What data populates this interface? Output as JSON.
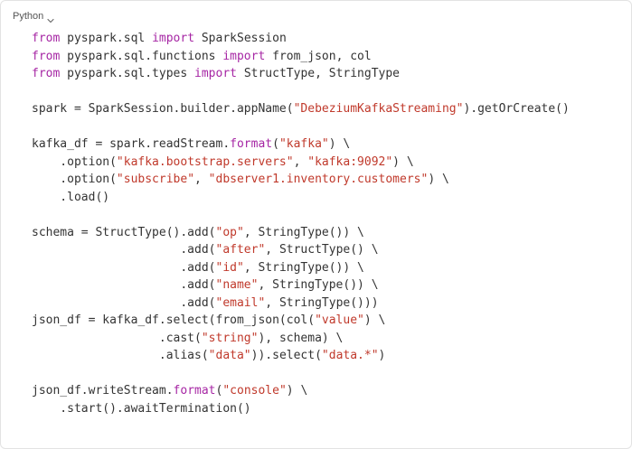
{
  "header": {
    "language_label": "Python",
    "chevron_icon": "chevron-down-icon"
  },
  "colors": {
    "keyword": "#a626a4",
    "string": "#c0392b",
    "text": "#333333",
    "border": "#e3e3e3"
  },
  "code_lines": [
    [
      {
        "t": "kw",
        "v": "from"
      },
      {
        "t": "pl",
        "v": " pyspark.sql "
      },
      {
        "t": "kw",
        "v": "import"
      },
      {
        "t": "pl",
        "v": " SparkSession"
      }
    ],
    [
      {
        "t": "kw",
        "v": "from"
      },
      {
        "t": "pl",
        "v": " pyspark.sql.functions "
      },
      {
        "t": "kw",
        "v": "import"
      },
      {
        "t": "pl",
        "v": " from_json, col"
      }
    ],
    [
      {
        "t": "kw",
        "v": "from"
      },
      {
        "t": "pl",
        "v": " pyspark.sql.types "
      },
      {
        "t": "kw",
        "v": "import"
      },
      {
        "t": "pl",
        "v": " StructType, StringType"
      }
    ],
    [],
    [
      {
        "t": "pl",
        "v": "spark = SparkSession.builder.appName("
      },
      {
        "t": "str",
        "v": "\"DebeziumKafkaStreaming\""
      },
      {
        "t": "pl",
        "v": ").getOrCreate()"
      }
    ],
    [],
    [
      {
        "t": "pl",
        "v": "kafka_df = spark.readStream."
      },
      {
        "t": "kw",
        "v": "format"
      },
      {
        "t": "pl",
        "v": "("
      },
      {
        "t": "str",
        "v": "\"kafka\""
      },
      {
        "t": "pl",
        "v": ") \\"
      }
    ],
    [
      {
        "t": "pl",
        "v": "    .option("
      },
      {
        "t": "str",
        "v": "\"kafka.bootstrap.servers\""
      },
      {
        "t": "pl",
        "v": ", "
      },
      {
        "t": "str",
        "v": "\"kafka:9092\""
      },
      {
        "t": "pl",
        "v": ") \\"
      }
    ],
    [
      {
        "t": "pl",
        "v": "    .option("
      },
      {
        "t": "str",
        "v": "\"subscribe\""
      },
      {
        "t": "pl",
        "v": ", "
      },
      {
        "t": "str",
        "v": "\"dbserver1.inventory.customers\""
      },
      {
        "t": "pl",
        "v": ") \\"
      }
    ],
    [
      {
        "t": "pl",
        "v": "    .load()"
      }
    ],
    [],
    [
      {
        "t": "pl",
        "v": "schema = StructType().add("
      },
      {
        "t": "str",
        "v": "\"op\""
      },
      {
        "t": "pl",
        "v": ", StringType()) \\"
      }
    ],
    [
      {
        "t": "pl",
        "v": "                     .add("
      },
      {
        "t": "str",
        "v": "\"after\""
      },
      {
        "t": "pl",
        "v": ", StructType() \\"
      }
    ],
    [
      {
        "t": "pl",
        "v": "                     .add("
      },
      {
        "t": "str",
        "v": "\"id\""
      },
      {
        "t": "pl",
        "v": ", StringType()) \\"
      }
    ],
    [
      {
        "t": "pl",
        "v": "                     .add("
      },
      {
        "t": "str",
        "v": "\"name\""
      },
      {
        "t": "pl",
        "v": ", StringType()) \\"
      }
    ],
    [
      {
        "t": "pl",
        "v": "                     .add("
      },
      {
        "t": "str",
        "v": "\"email\""
      },
      {
        "t": "pl",
        "v": ", StringType()))"
      }
    ],
    [
      {
        "t": "pl",
        "v": "json_df = kafka_df.select(from_json(col("
      },
      {
        "t": "str",
        "v": "\"value\""
      },
      {
        "t": "pl",
        "v": ") \\"
      }
    ],
    [
      {
        "t": "pl",
        "v": "                  .cast("
      },
      {
        "t": "str",
        "v": "\"string\""
      },
      {
        "t": "pl",
        "v": "), schema) \\"
      }
    ],
    [
      {
        "t": "pl",
        "v": "                  .alias("
      },
      {
        "t": "str",
        "v": "\"data\""
      },
      {
        "t": "pl",
        "v": ")).select("
      },
      {
        "t": "str",
        "v": "\"data.*\""
      },
      {
        "t": "pl",
        "v": ")"
      }
    ],
    [],
    [
      {
        "t": "pl",
        "v": "json_df.writeStream."
      },
      {
        "t": "kw",
        "v": "format"
      },
      {
        "t": "pl",
        "v": "("
      },
      {
        "t": "str",
        "v": "\"console\""
      },
      {
        "t": "pl",
        "v": ") \\"
      }
    ],
    [
      {
        "t": "pl",
        "v": "    .start().awaitTermination()"
      }
    ]
  ]
}
